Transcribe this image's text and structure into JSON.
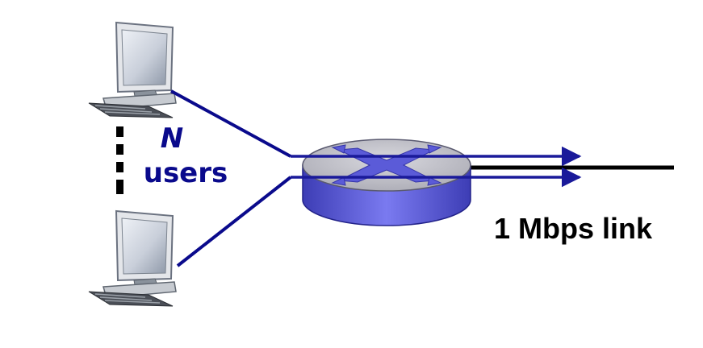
{
  "labels": {
    "n": "N",
    "users": "users",
    "link": "1 Mbps link"
  },
  "icons": {
    "hosts": "desktop-computer-icon",
    "switch": "router-icon"
  },
  "colors": {
    "accent": "#0a0a8c",
    "link": "#000000",
    "router_top": "#c0c0c8",
    "router_side": "#6a6ae0"
  }
}
